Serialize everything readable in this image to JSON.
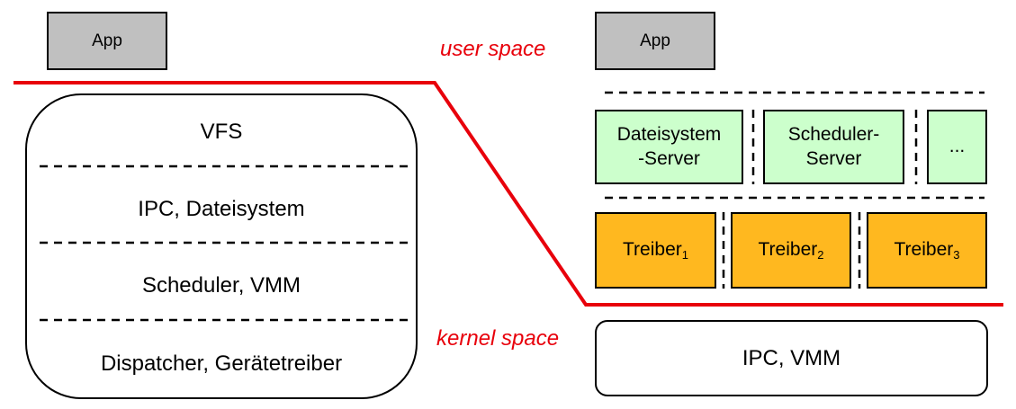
{
  "monolithic": {
    "app": "App",
    "layers": [
      "VFS",
      "IPC, Dateisystem",
      "Scheduler, VMM",
      "Dispatcher, Gerätetreiber"
    ]
  },
  "space_labels": {
    "user": "user space",
    "kernel": "kernel space"
  },
  "microkernel": {
    "app": "App",
    "servers": [
      "Dateisystem\n-Server",
      "Scheduler-\nServer",
      "..."
    ],
    "driver_name": "Treiber",
    "driver_indices": [
      "1",
      "2",
      "3"
    ],
    "kernel": "IPC, VMM"
  },
  "colors": {
    "app_fill": "#c0c0c0",
    "server_fill": "#ccffcc",
    "driver_fill": "#ffb81f",
    "boundary_line": "#e8000b"
  }
}
